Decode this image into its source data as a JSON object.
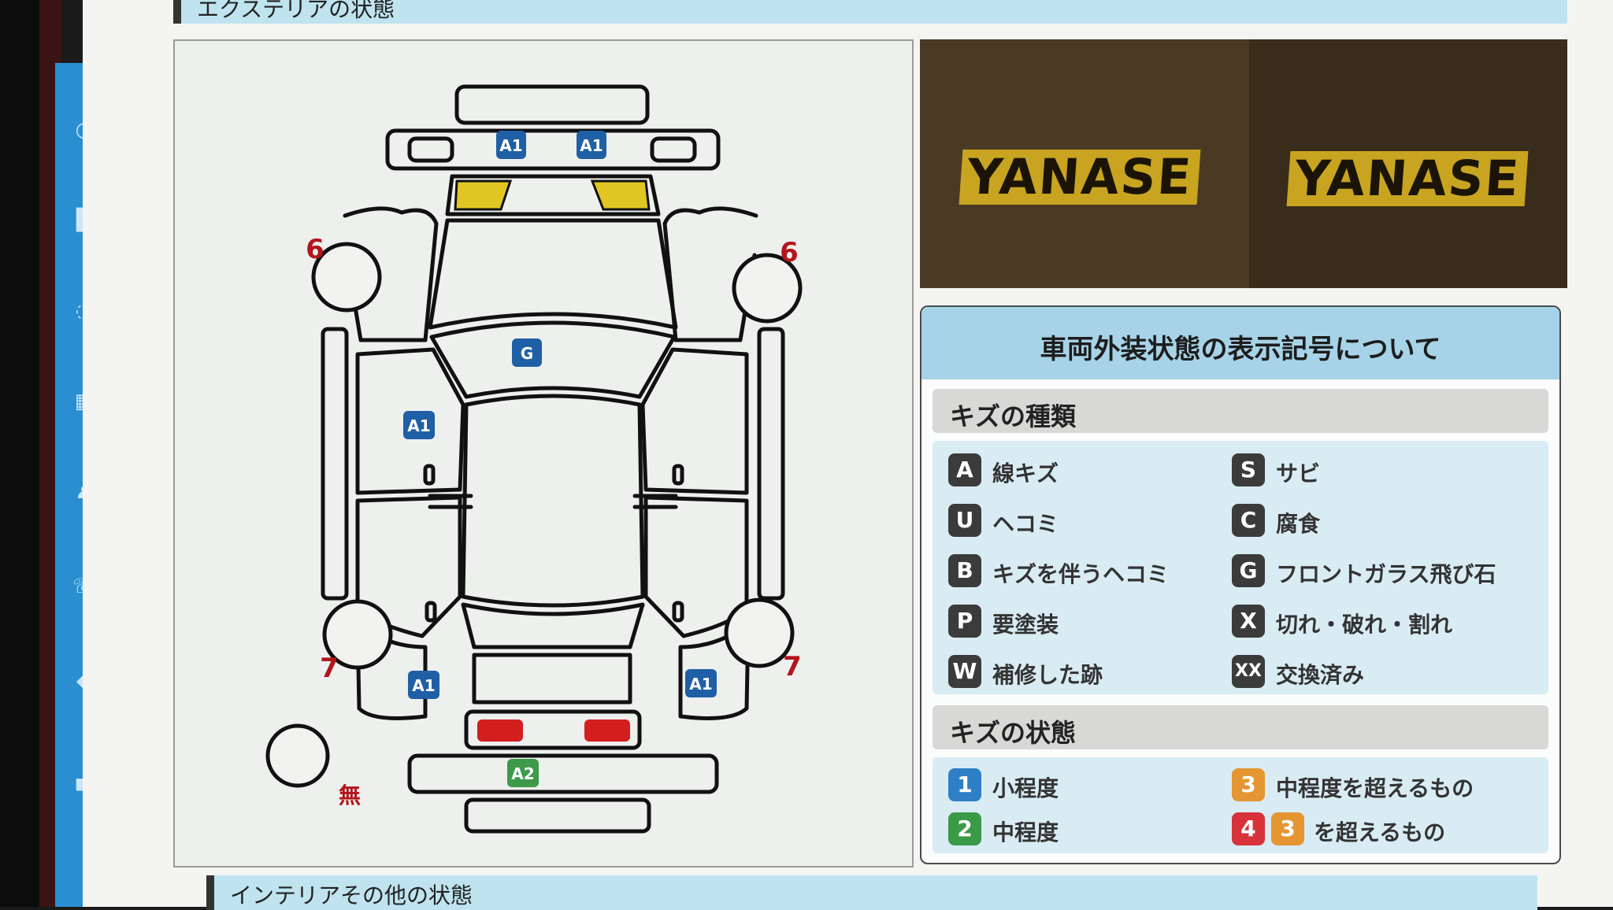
{
  "sections": {
    "exterior_title": "エクステリアの状態",
    "interior_title": "インテリアその他の状態"
  },
  "diagram": {
    "marks": {
      "front_left": "A1",
      "front_right": "A1",
      "windshield": "G",
      "left_front_door": "A1",
      "rear_left": "A1",
      "rear_right": "A1",
      "rear_bumper": "A2"
    },
    "tire_labels": {
      "front_left": "6",
      "front_right": "6",
      "rear_left": "7",
      "rear_right": "7",
      "spare": "無"
    },
    "colors": {
      "mark_blue": "#1f5fa5",
      "mark_green": "#3d9a4a",
      "headlight_yellow": "#e1c523",
      "taillight_red": "#d31e1e",
      "tire_label_red": "#b3151b"
    }
  },
  "photo": {
    "signs": [
      "YANASE",
      "YANASE"
    ]
  },
  "legend": {
    "title": "車両外装状態の表示記号について",
    "damage_types_heading": "キズの種類",
    "damage_types": [
      {
        "code": "A",
        "label": "線キズ"
      },
      {
        "code": "S",
        "label": "サビ"
      },
      {
        "code": "U",
        "label": "ヘコミ"
      },
      {
        "code": "C",
        "label": "腐食"
      },
      {
        "code": "B",
        "label": "キズを伴うヘコミ"
      },
      {
        "code": "G",
        "label": "フロントガラス飛び石"
      },
      {
        "code": "P",
        "label": "要塗装"
      },
      {
        "code": "X",
        "label": "切れ・破れ・割れ"
      },
      {
        "code": "W",
        "label": "補修した跡"
      },
      {
        "code": "XX",
        "label": "交換済み"
      }
    ],
    "severity_heading": "キズの状態",
    "severity": [
      {
        "code": "1",
        "label": "小程度",
        "color": "blue"
      },
      {
        "code": "3",
        "label": "中程度を超えるもの",
        "color": "orange"
      },
      {
        "code": "2",
        "label": "中程度",
        "color": "green"
      },
      {
        "code": "4",
        "code2": "3",
        "label": "を超えるもの",
        "color": "red"
      }
    ]
  }
}
